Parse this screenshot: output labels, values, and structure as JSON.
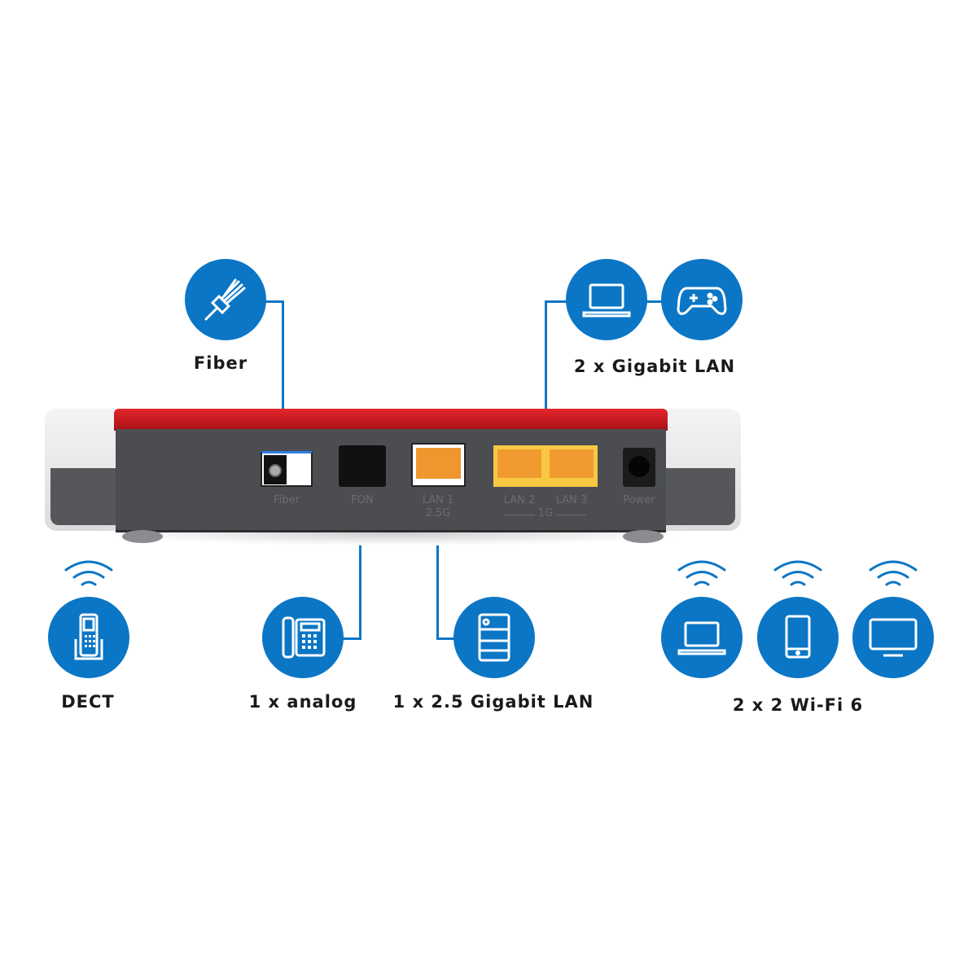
{
  "features": {
    "fiber": "Fiber",
    "gigabit_lan": "2 x Gigabit LAN",
    "dect": "DECT",
    "analog": "1 x analog",
    "lan_2_5": "1 x 2.5 Gigabit LAN",
    "wifi": "2 x 2 Wi-Fi 6"
  },
  "ports": {
    "fiber": "Fiber",
    "fon": "FON",
    "lan1": "LAN 1",
    "lan1_speed": "2.5G",
    "lan2": "LAN 2",
    "lan3": "LAN 3",
    "lan23_speed": "1G",
    "power": "Power"
  },
  "colors": {
    "accent": "#0b76c5",
    "router_red": "#c0141c",
    "router_body": "#4b4d51",
    "lan_orange": "#f0962e"
  }
}
